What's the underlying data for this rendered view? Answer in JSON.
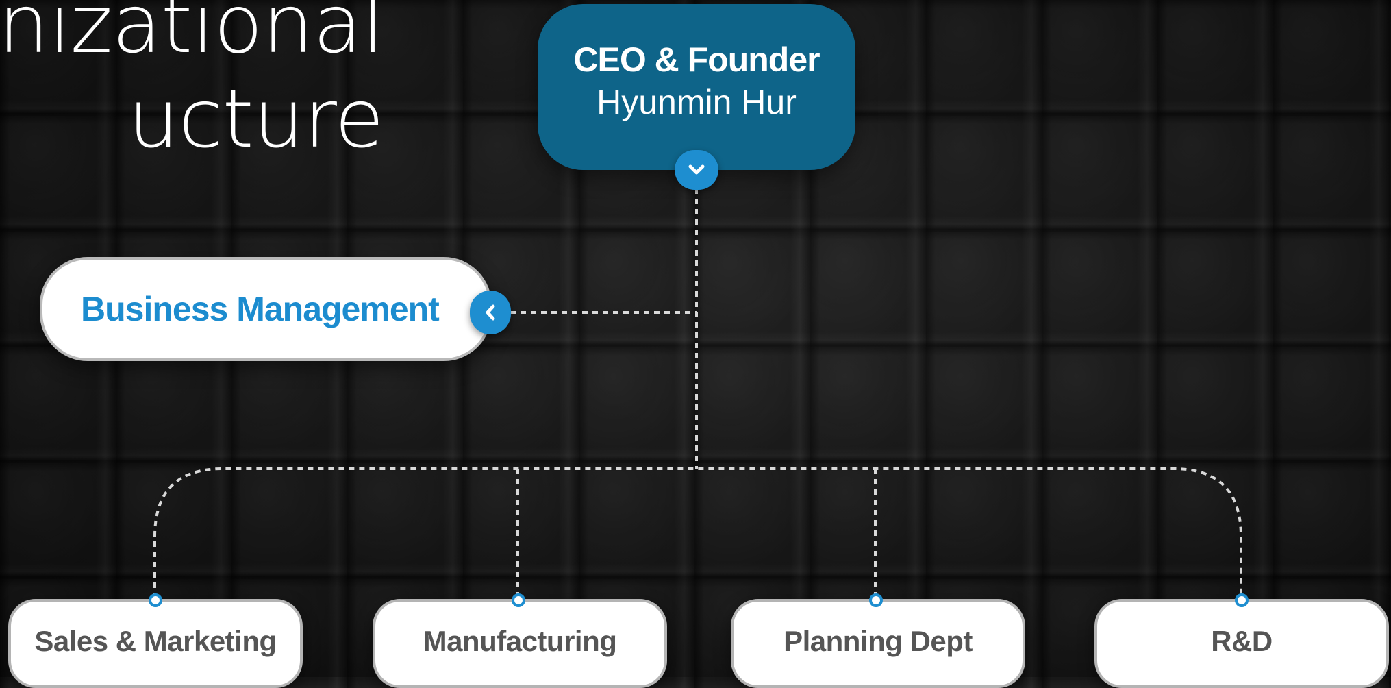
{
  "slide": {
    "title": "anizational\nucture"
  },
  "org_chart": {
    "ceo": {
      "role": "CEO & Founder",
      "name": "Hyunmin Hur"
    },
    "staff_unit": {
      "label": "Business Management"
    },
    "departments": [
      {
        "label": "Sales & Marketing"
      },
      {
        "label": "Manufacturing"
      },
      {
        "label": "Planning Dept"
      },
      {
        "label": "R&D"
      }
    ]
  },
  "colors": {
    "ceo_box": "#0e6489",
    "accent": "#1e8ed0",
    "department_text": "#555555",
    "connector": "#d9d9d9",
    "background": "#161616"
  },
  "icons": {
    "ceo_toggle": "chevron-down-icon",
    "staff_toggle": "chevron-left-icon"
  }
}
